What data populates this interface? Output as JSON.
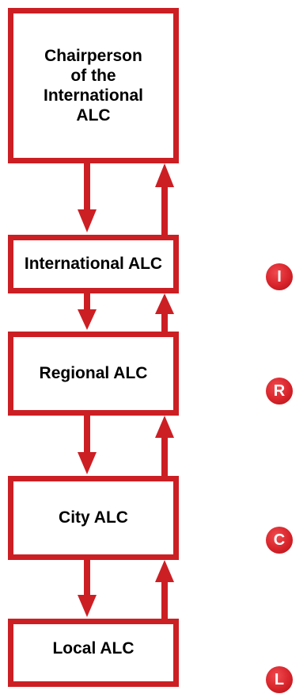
{
  "colors": {
    "accent": "#cc1f24",
    "badge": "#d8232a",
    "text": "#000000"
  },
  "boxes": {
    "chair": "Chairperson of the International ALC",
    "international": "International ALC",
    "regional": "Regional ALC",
    "city": "City ALC",
    "local": "Local ALC"
  },
  "badges": {
    "international": "I",
    "regional": "R",
    "city": "C",
    "local": "L"
  },
  "connectors": [
    {
      "from": "chair",
      "to": "international",
      "directions": [
        "down",
        "up"
      ]
    },
    {
      "from": "international",
      "to": "regional",
      "directions": [
        "down",
        "up"
      ]
    },
    {
      "from": "regional",
      "to": "city",
      "directions": [
        "down",
        "up"
      ]
    },
    {
      "from": "city",
      "to": "local",
      "directions": [
        "down",
        "up"
      ]
    }
  ]
}
